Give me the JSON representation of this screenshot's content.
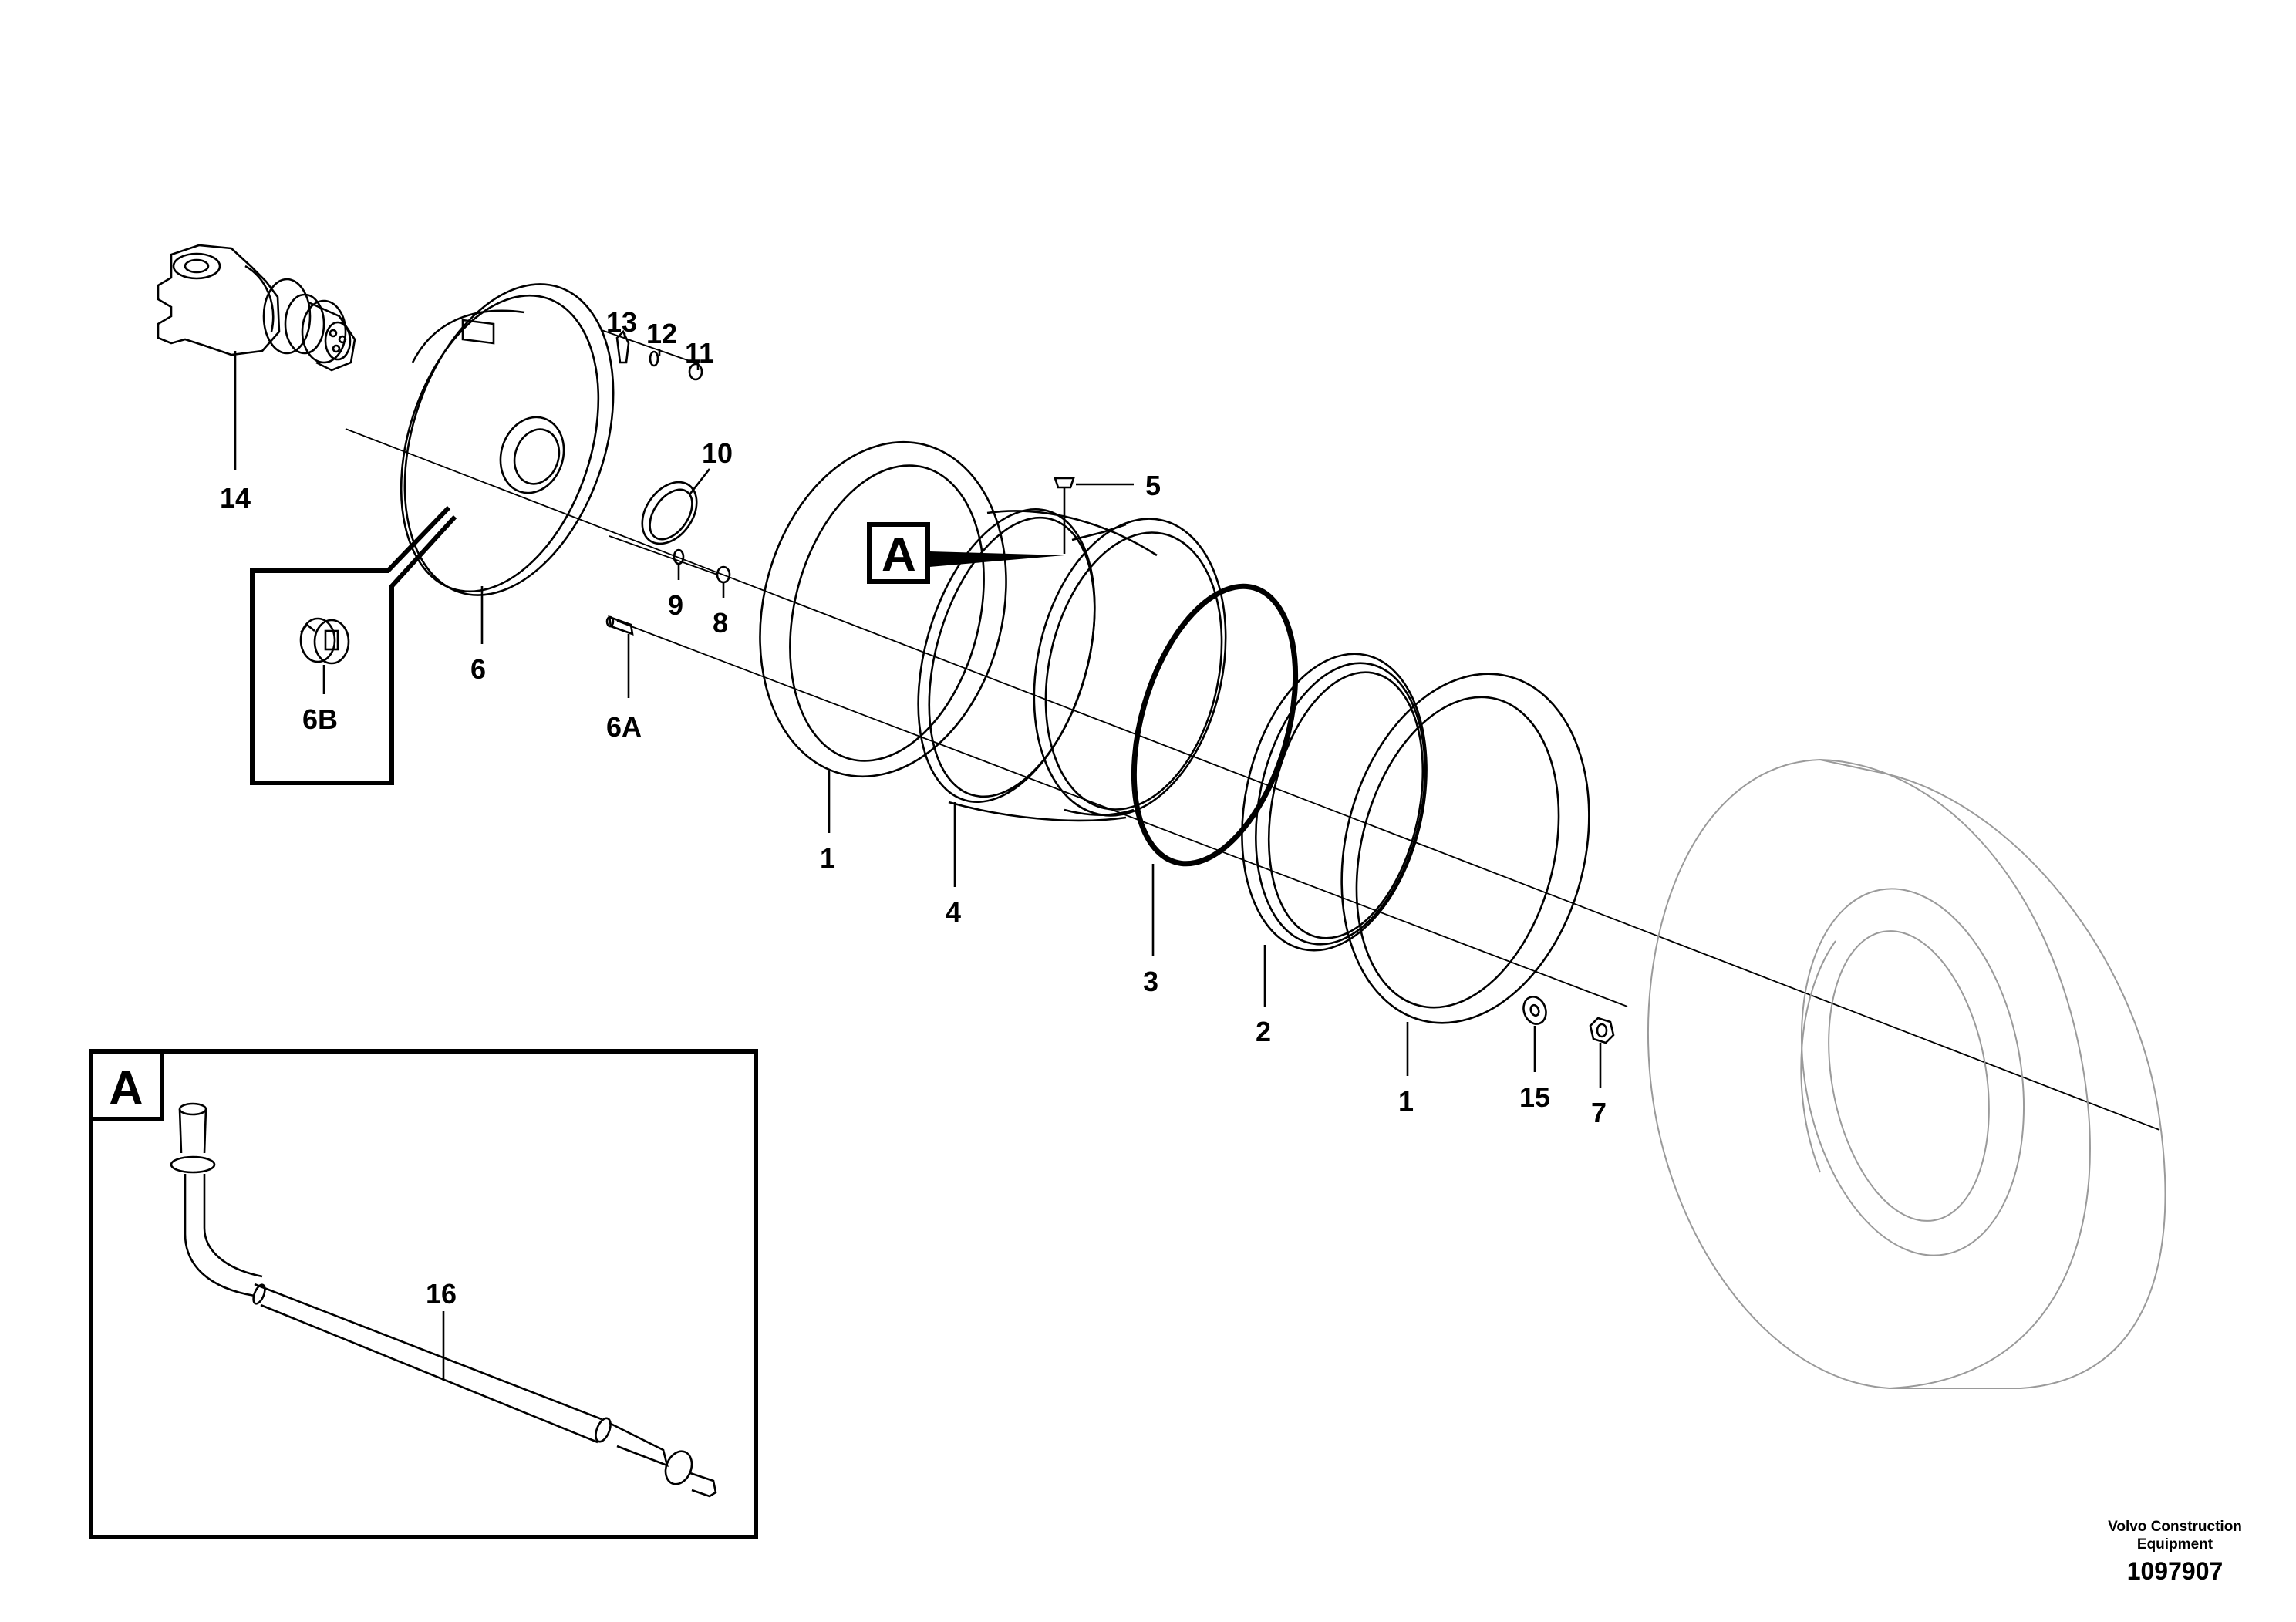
{
  "callouts": {
    "p14": "14",
    "p13": "13",
    "p12": "12",
    "p11": "11",
    "p10": "10",
    "p9": "9",
    "p8": "8",
    "p6": "6",
    "p6A": "6A",
    "p6B": "6B",
    "p5": "5",
    "p1_left": "1",
    "p4": "4",
    "p3": "3",
    "p2": "2",
    "p1_right": "1",
    "p15": "15",
    "p7": "7",
    "p16": "16"
  },
  "detail_frames": {
    "inline_tag": "A",
    "detail_view_tag": "A"
  },
  "footer": {
    "company_line1": "Volvo Construction",
    "company_line2": "Equipment",
    "drawing_number": "1097907"
  }
}
